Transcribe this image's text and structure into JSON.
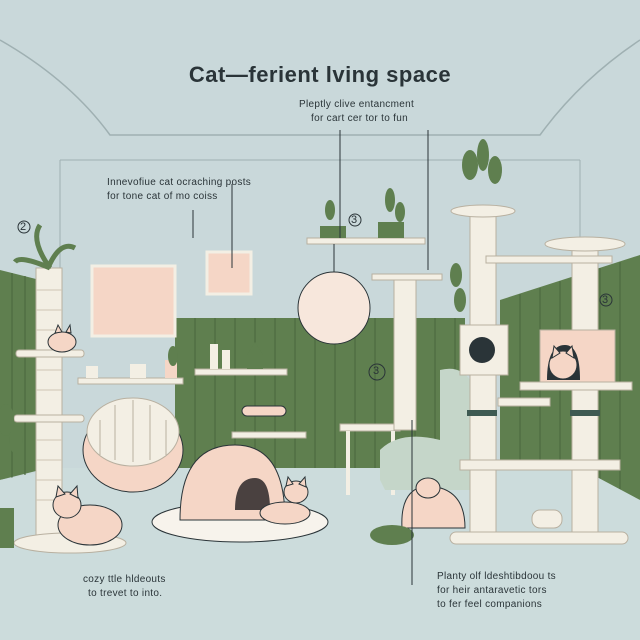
{
  "title": "Cat—ferient lving space",
  "annotations": {
    "top_right": [
      "Pleptly clive entancment",
      "for cart cer tor to fun"
    ],
    "top_left": [
      "Innevofiue cat ocraching posts",
      "for tone cat of mo coiss"
    ],
    "bottom_left": [
      "cozy ttle hldeouts",
      "to trevet to into."
    ],
    "bottom_right": [
      "Planty olf ldeshtibdoou ts",
      "for heir antaravetic tors",
      "to fer feel companions"
    ]
  },
  "markers": [
    "2",
    "3",
    "3",
    "3"
  ],
  "colors": {
    "wall": "#c9d8da",
    "panel": "#5f7f4f",
    "floor": "#ccdcdc",
    "pink": "#f5d6c6",
    "cream": "#f3efe4"
  }
}
